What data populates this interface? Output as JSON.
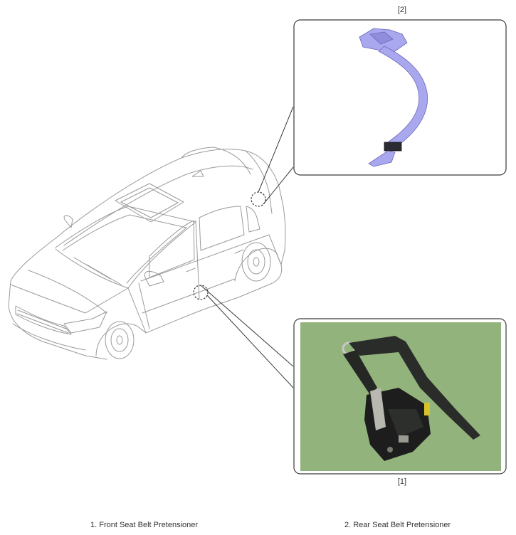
{
  "callouts": {
    "rear_tag": "[2]",
    "front_tag": "[1]"
  },
  "legend": {
    "front": "1. Front Seat Belt Pretensioner",
    "rear": "2. Rear Seat Belt Pretensioner"
  },
  "colors": {
    "outline": "#9a9a9a",
    "rear_part": "#a9a7ee",
    "photo_background": "#93b37c",
    "frame": "#3a3a3a"
  }
}
